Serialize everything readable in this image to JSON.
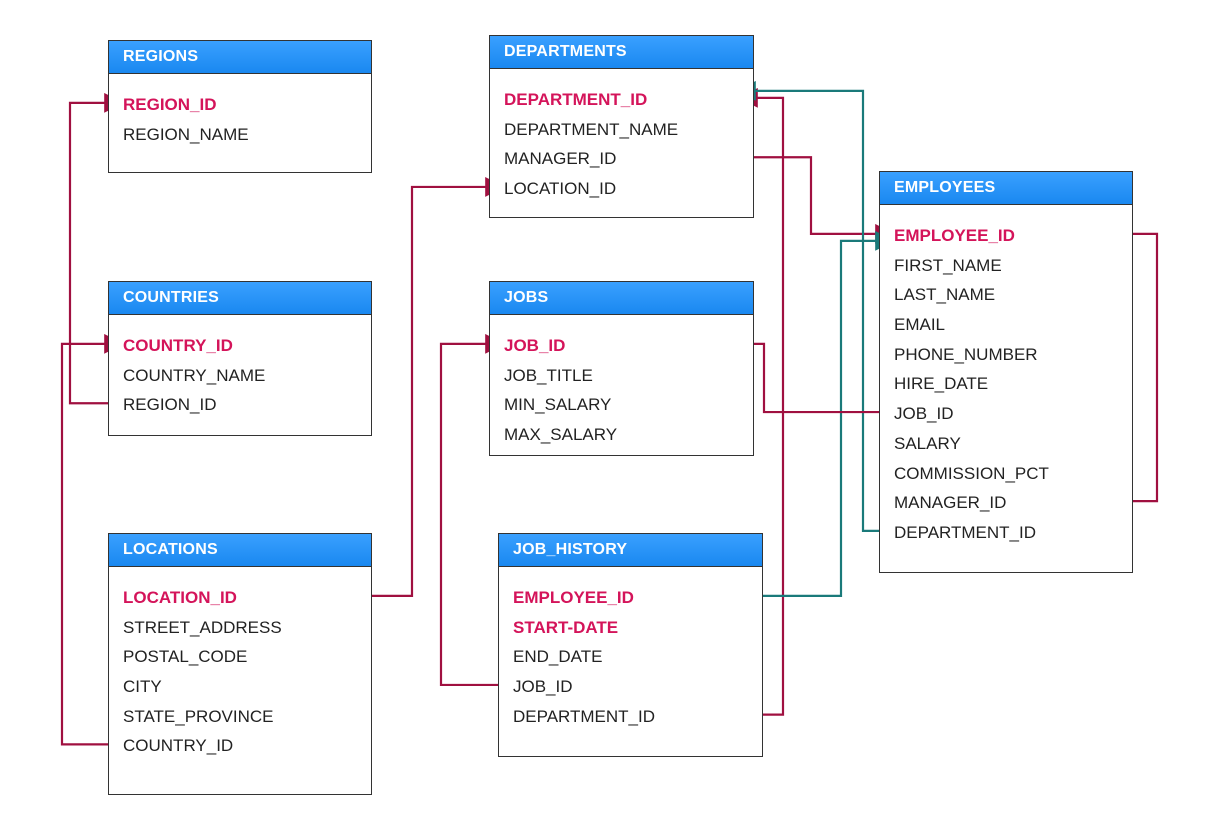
{
  "colors": {
    "header_bg": "#1e90ff",
    "primary_key_text": "#d4145a",
    "relation_red": "#a01040",
    "relation_teal": "#1a7a7a"
  },
  "tables": [
    {
      "id": "regions",
      "name": "REGIONS",
      "columns": [
        {
          "name": "REGION_ID",
          "primary_key": true
        },
        {
          "name": "REGION_NAME",
          "primary_key": false
        }
      ]
    },
    {
      "id": "countries",
      "name": "COUNTRIES",
      "columns": [
        {
          "name": "COUNTRY_ID",
          "primary_key": true
        },
        {
          "name": "COUNTRY_NAME",
          "primary_key": false
        },
        {
          "name": "REGION_ID",
          "primary_key": false
        }
      ]
    },
    {
      "id": "locations",
      "name": "LOCATIONS",
      "columns": [
        {
          "name": "LOCATION_ID",
          "primary_key": true
        },
        {
          "name": "STREET_ADDRESS",
          "primary_key": false
        },
        {
          "name": "POSTAL_CODE",
          "primary_key": false
        },
        {
          "name": "CITY",
          "primary_key": false
        },
        {
          "name": "STATE_PROVINCE",
          "primary_key": false
        },
        {
          "name": "COUNTRY_ID",
          "primary_key": false
        }
      ]
    },
    {
      "id": "departments",
      "name": "DEPARTMENTS",
      "columns": [
        {
          "name": "DEPARTMENT_ID",
          "primary_key": true
        },
        {
          "name": "DEPARTMENT_NAME",
          "primary_key": false
        },
        {
          "name": "MANAGER_ID",
          "primary_key": false
        },
        {
          "name": "LOCATION_ID",
          "primary_key": false
        }
      ]
    },
    {
      "id": "jobs",
      "name": "JOBS",
      "columns": [
        {
          "name": "JOB_ID",
          "primary_key": true
        },
        {
          "name": "JOB_TITLE",
          "primary_key": false
        },
        {
          "name": "MIN_SALARY",
          "primary_key": false
        },
        {
          "name": "MAX_SALARY",
          "primary_key": false
        }
      ]
    },
    {
      "id": "job_history",
      "name": "JOB_HISTORY",
      "columns": [
        {
          "name": "EMPLOYEE_ID",
          "primary_key": true
        },
        {
          "name": "START-DATE",
          "primary_key": true
        },
        {
          "name": "END_DATE",
          "primary_key": false
        },
        {
          "name": "JOB_ID",
          "primary_key": false
        },
        {
          "name": "DEPARTMENT_ID",
          "primary_key": false
        }
      ]
    },
    {
      "id": "employees",
      "name": "EMPLOYEES",
      "columns": [
        {
          "name": "EMPLOYEE_ID",
          "primary_key": true
        },
        {
          "name": "FIRST_NAME",
          "primary_key": false
        },
        {
          "name": "LAST_NAME",
          "primary_key": false
        },
        {
          "name": "EMAIL",
          "primary_key": false
        },
        {
          "name": "PHONE_NUMBER",
          "primary_key": false
        },
        {
          "name": "HIRE_DATE",
          "primary_key": false
        },
        {
          "name": "JOB_ID",
          "primary_key": false
        },
        {
          "name": "SALARY",
          "primary_key": false
        },
        {
          "name": "COMMISSION_PCT",
          "primary_key": false
        },
        {
          "name": "MANAGER_ID",
          "primary_key": false
        },
        {
          "name": "DEPARTMENT_ID",
          "primary_key": false
        }
      ]
    }
  ],
  "relationships": [
    {
      "from": "countries.REGION_ID",
      "to": "regions.REGION_ID",
      "color": "#a01040"
    },
    {
      "from": "locations.COUNTRY_ID",
      "to": "countries.COUNTRY_ID",
      "color": "#a01040"
    },
    {
      "from": "locations.LOCATION_ID",
      "to": "departments.LOCATION_ID",
      "color": "#a01040"
    },
    {
      "from": "departments.MANAGER_ID",
      "to": "employees.EMPLOYEE_ID",
      "color": "#a01040"
    },
    {
      "from": "job_history.DEPARTMENT_ID",
      "to": "departments.DEPARTMENT_ID",
      "color": "#a01040"
    },
    {
      "from": "employees.DEPARTMENT_ID",
      "to": "departments.DEPARTMENT_ID",
      "color": "#1a7a7a"
    },
    {
      "from": "job_history.EMPLOYEE_ID",
      "to": "employees.EMPLOYEE_ID",
      "color": "#1a7a7a"
    },
    {
      "from": "employees.JOB_ID",
      "to": "jobs.JOB_ID",
      "color": "#a01040"
    },
    {
      "from": "job_history.JOB_ID",
      "to": "jobs.JOB_ID",
      "color": "#a01040"
    },
    {
      "from": "employees.MANAGER_ID",
      "to": "employees.EMPLOYEE_ID",
      "color": "#a01040"
    }
  ]
}
